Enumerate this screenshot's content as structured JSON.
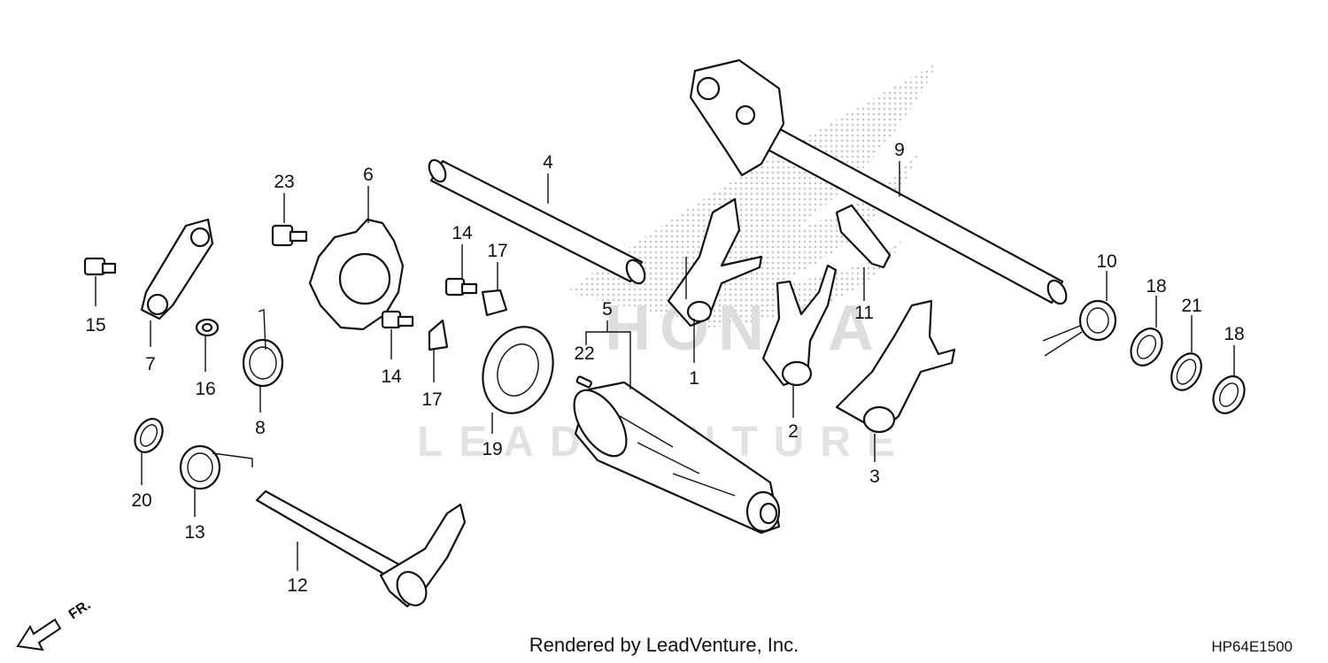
{
  "diagram": {
    "callouts": [
      "1",
      "2",
      "3",
      "4",
      "5",
      "6",
      "7",
      "8",
      "9",
      "10",
      "11",
      "12",
      "13",
      "14",
      "14",
      "15",
      "16",
      "17",
      "17",
      "18",
      "18",
      "19",
      "20",
      "21",
      "22",
      "23"
    ],
    "direction_label": "FR.",
    "watermark_brand": "HONDA",
    "watermark_vendor": "LEADVENTURE",
    "credit": "Rendered by LeadVenture, Inc.",
    "diagram_code": "HP64E1500"
  },
  "colors": {
    "ink": "#111111",
    "watermark": "#cfcfcf",
    "background": "#ffffff"
  }
}
